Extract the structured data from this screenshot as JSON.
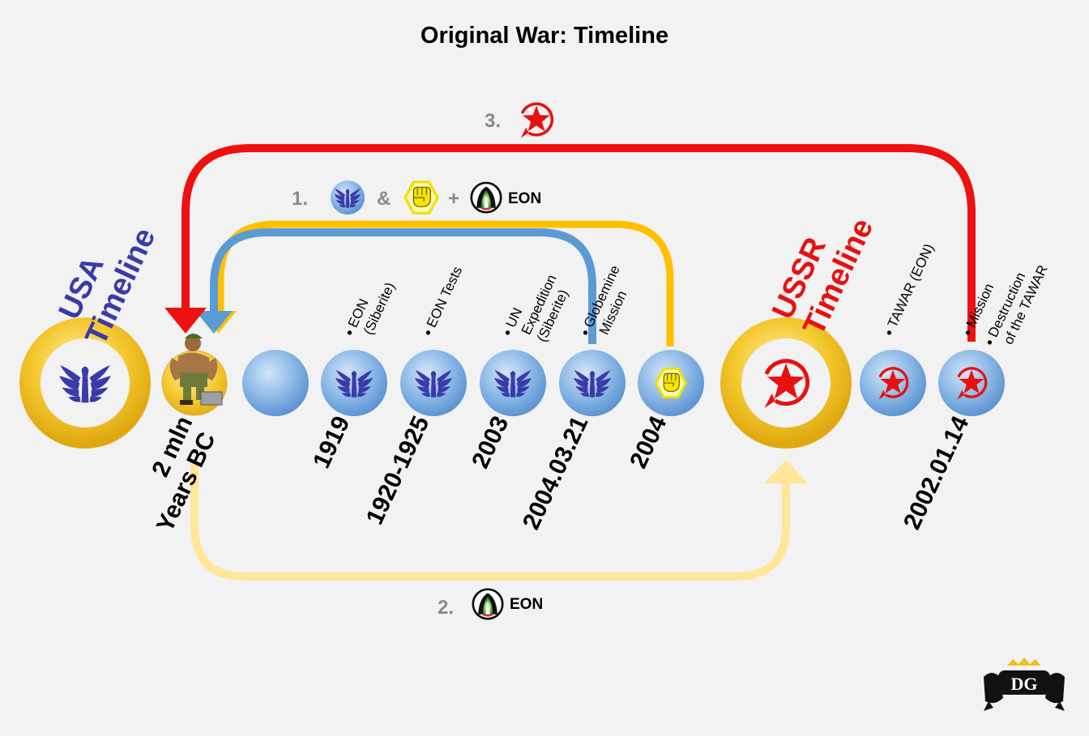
{
  "title": "Original War: Timeline",
  "usa_timeline": [
    "USA",
    "Timeline"
  ],
  "ussr_timeline": [
    "USSR",
    "Timeline"
  ],
  "legend": {
    "route1_number": "1.",
    "route1_and": "&",
    "route1_plus": "+",
    "route1_label": "EON",
    "route2_number": "2.",
    "route2_label": "EON",
    "route3_number": "3."
  },
  "dates": {
    "prehistory": [
      "2 mln",
      "Years BC"
    ],
    "d1919": "1919",
    "d1920": "1920-1925",
    "d2003": "2003",
    "d2004_03_21": "2004.03.21",
    "d2004": "2004",
    "d2002_01_14": "2002.01.14"
  },
  "events": {
    "e1919": [
      "EON",
      "(Siberite)"
    ],
    "e1920": [
      "EON Tests"
    ],
    "e2003": [
      "UN",
      "Expedition",
      "(Siberite)"
    ],
    "e2004_03_21": [
      "Globemine",
      "Mission"
    ],
    "tawar": [
      "TAWAR (EON)"
    ],
    "e2002_a": [
      "Mission"
    ],
    "e2002_b": [
      "Destruction",
      "of the TAWAR"
    ]
  },
  "colors": {
    "usa": "#3a3aa8",
    "ussr": "#e81010",
    "arab": "#f5e500",
    "ring": "#f2c21c",
    "route_blue": "#5b9bd5",
    "route_red": "#ee1111",
    "route_orange": "#ffc000",
    "route_pale": "#ffe699"
  },
  "icons": [
    "usa-eagle-icon",
    "ussr-star-icon",
    "arab-fist-icon",
    "eon-artifact-icon",
    "caveman-icon",
    "dg-logo-icon"
  ]
}
